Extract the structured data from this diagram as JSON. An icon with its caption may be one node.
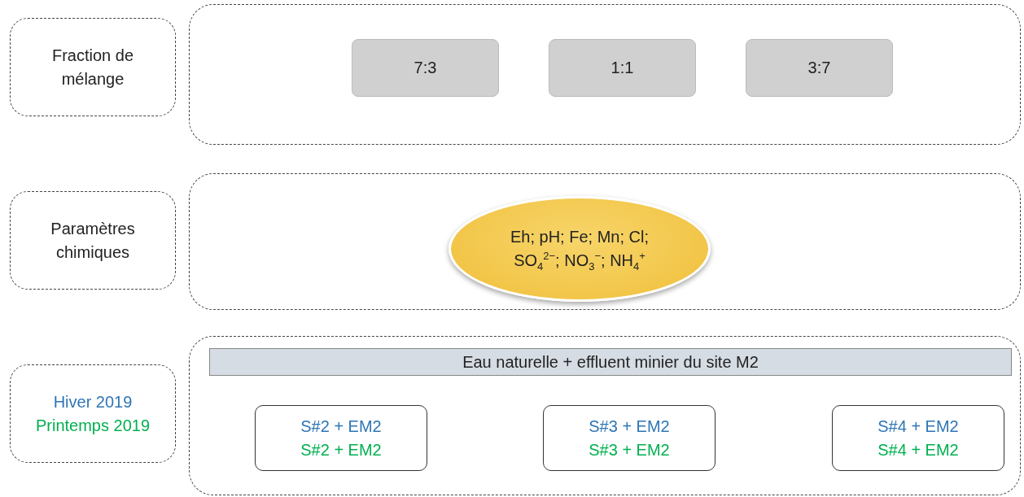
{
  "diagram": {
    "nodes": [
      {
        "text": [
          "Fraction de mélange"
        ]
      },
      {
        "text": [],
        "shape": "box"
      },
      {
        "text": [
          "7:3"
        ],
        "in": 1
      },
      {
        "text": [
          "1:1"
        ],
        "in": 1
      },
      {
        "text": [
          "3:7"
        ],
        "in": 1
      },
      {
        "text": [
          "Paramètres chimiques"
        ]
      },
      {
        "text": [],
        "shape": "box"
      },
      {
        "text": [
          "Eh; pH; Fe; Mn; Cl; SO$_{4}$$^{2−}$; NO$_{3}$$^{−}$; NH$_{4}$$^{+}$"
        ],
        "in": 6
      },
      {
        "text": [
          "Hiver 2019",
          "Printemps 2019"
        ]
      },
      {
        "text": [],
        "shape": "box"
      },
      {
        "text": [
          "Eau naturelle + effluent minier du site M2"
        ],
        "in": 9
      },
      {
        "text": [
          "S#2 + EM2",
          "S#2 + EM2"
        ],
        "in": 9
      },
      {
        "text": [
          "S#3 + EM2",
          "S#3 + EM2"
        ],
        "in": 9
      },
      {
        "text": [
          "S#4 + EM2",
          "S#4 + EM2"
        ],
        "in": 9
      }
    ]
  }
}
